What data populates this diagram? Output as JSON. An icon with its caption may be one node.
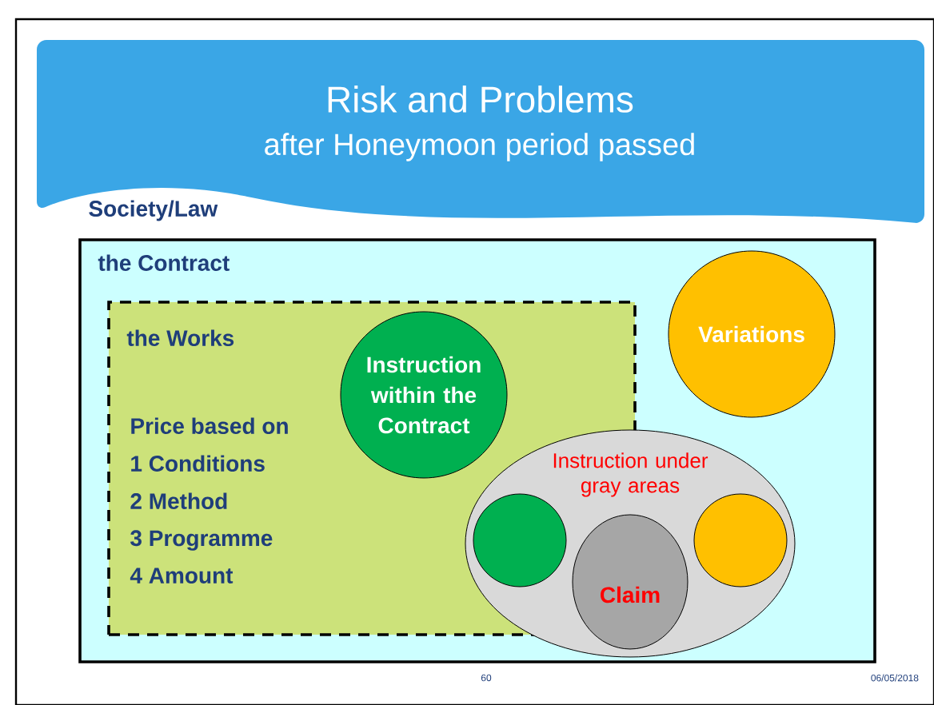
{
  "diagram": {
    "title": "Risk and Problems",
    "nodes": [
      {
        "text": [
          "the Contract"
        ]
      },
      {
        "text": [
          "the Works",
          "Price based on",
          "1 Conditions",
          "2 Method",
          "3 Programme",
          "4 Amount"
        ],
        "in": 0
      },
      {
        "text": [
          "Instruction within the Contract"
        ],
        "in": 1
      },
      {
        "text": [
          "Variations"
        ],
        "in": 0
      },
      {
        "text": [
          "Instruction under gray areas"
        ],
        "in": 0
      },
      {
        "text": [],
        "shape": "circle"
      },
      {
        "text": [
          "Claim"
        ],
        "in": 4
      },
      {
        "text": [],
        "shape": "circle",
        "in": 4
      }
    ],
    "labels": [
      "after Honeymoon period passed",
      "Society/Law",
      "60",
      "06/05/2018"
    ]
  }
}
